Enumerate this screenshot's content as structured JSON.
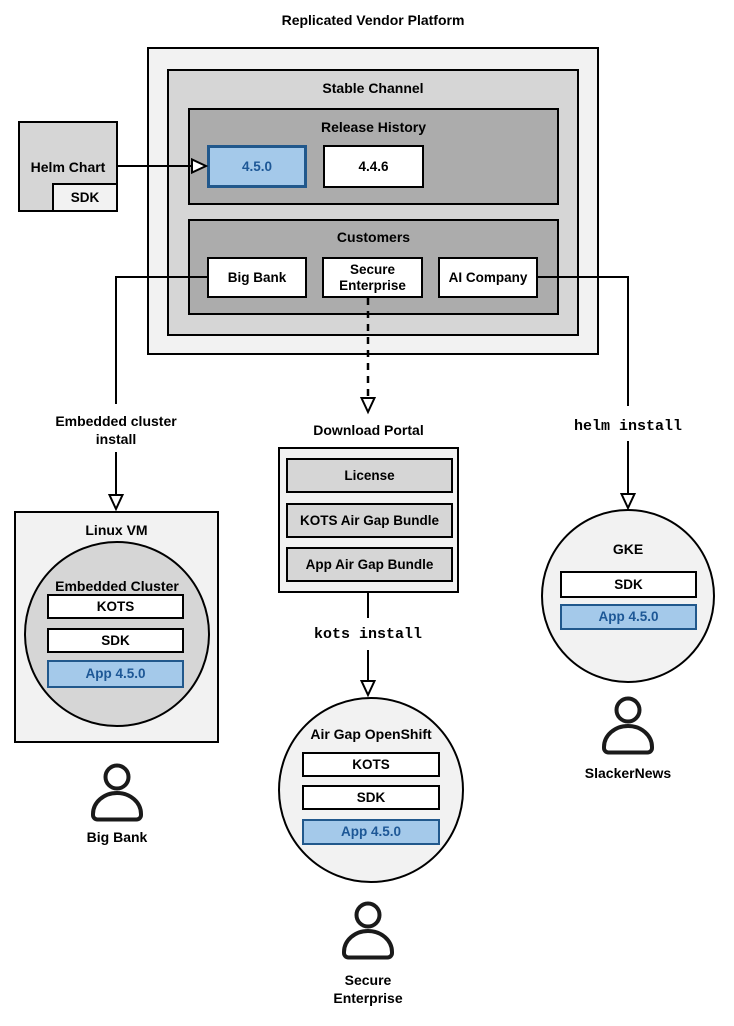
{
  "title": "Replicated Vendor Platform",
  "platform": {
    "stable_channel": "Stable Channel",
    "release_history": "Release History",
    "releases": [
      "4.5.0",
      "4.4.6"
    ],
    "customers_label": "Customers",
    "customers": [
      "Big Bank",
      "Secure Enterprise",
      "AI Company"
    ]
  },
  "helm_chart": {
    "label": "Helm Chart",
    "sdk": "SDK"
  },
  "flows": {
    "embedded": "Embedded cluster install",
    "kots": "kots install",
    "helm": "helm install"
  },
  "download_portal": {
    "label": "Download Portal",
    "items": [
      "License",
      "KOTS Air Gap Bundle",
      "App Air Gap Bundle"
    ]
  },
  "linux_vm": {
    "label": "Linux VM",
    "cluster": "Embedded Cluster",
    "kots": "KOTS",
    "sdk": "SDK",
    "app": "App 4.5.0",
    "user": "Big Bank"
  },
  "openshift": {
    "label": "Air Gap OpenShift",
    "kots": "KOTS",
    "sdk": "SDK",
    "app": "App 4.5.0",
    "user": "Secure Enterprise"
  },
  "gke": {
    "label": "GKE",
    "sdk": "SDK",
    "app": "App 4.5.0",
    "user": "SlackerNews"
  },
  "colors": {
    "highlight_fill": "#A4C9EA",
    "highlight_border": "#21588C",
    "highlight_text": "#1D5796",
    "gray_light": "#F2F2F2",
    "gray_mid": "#D6D6D6",
    "gray_dark": "#ACACAC"
  }
}
